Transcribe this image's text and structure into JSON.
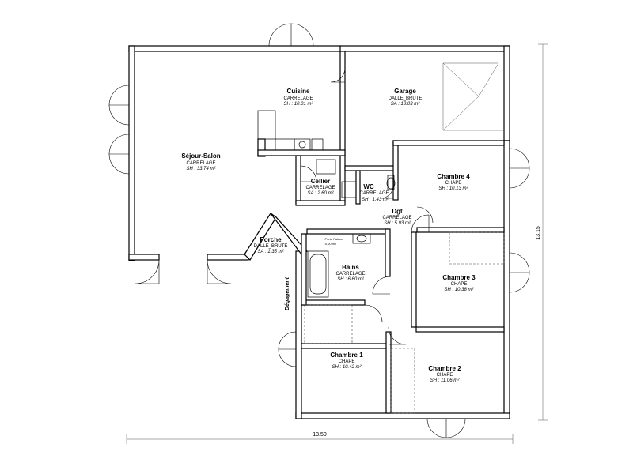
{
  "rooms": {
    "cuisine": {
      "name": "Cuisine",
      "finish": "CARRELAGE",
      "area": "SH : 10.01 m²"
    },
    "garage": {
      "name": "Garage",
      "finish": "DALLE_BRUTE",
      "area": "SA : 18.03 m²"
    },
    "sejour": {
      "name": "Séjour-Salon",
      "finish": "CARRELAGE",
      "area": "SH : 33.74 m²"
    },
    "chambre4": {
      "name": "Chambre 4",
      "finish": "CHAPE",
      "area": "SH : 10.13 m²"
    },
    "cellier": {
      "name": "Cellier",
      "finish": "CARRELAGE",
      "area": "SA : 2.60 m²"
    },
    "wc": {
      "name": "WC",
      "finish": "CARRELAGE",
      "area": "SH : 1.43 m²"
    },
    "dgt": {
      "name": "Dgt",
      "finish": "CARRELAGE",
      "area": "SH : 5.93 m²"
    },
    "porche": {
      "name": "Porche",
      "finish": "DALLE_BRUTE",
      "area": "SA : 1.35 m²"
    },
    "bains": {
      "name": "Bains",
      "finish": "CARRELAGE",
      "area": "SH : 6.60 m²"
    },
    "chambre3": {
      "name": "Chambre 3",
      "finish": "CHAPE",
      "area": "SH : 10.38 m²"
    },
    "chambre1": {
      "name": "Chambre 1",
      "finish": "CHAPE",
      "area": "SH : 10.42 m²"
    },
    "chambre2": {
      "name": "Chambre 2",
      "finish": "CHAPE",
      "area": "SH : 11.06 m²"
    }
  },
  "fixtures": {
    "placard_bains": "Porte Palace",
    "placard_bains_sub": "0.00 m2",
    "degagement": "Dégagement"
  },
  "dimensions": {
    "width": "13.50",
    "height": "13.15"
  }
}
